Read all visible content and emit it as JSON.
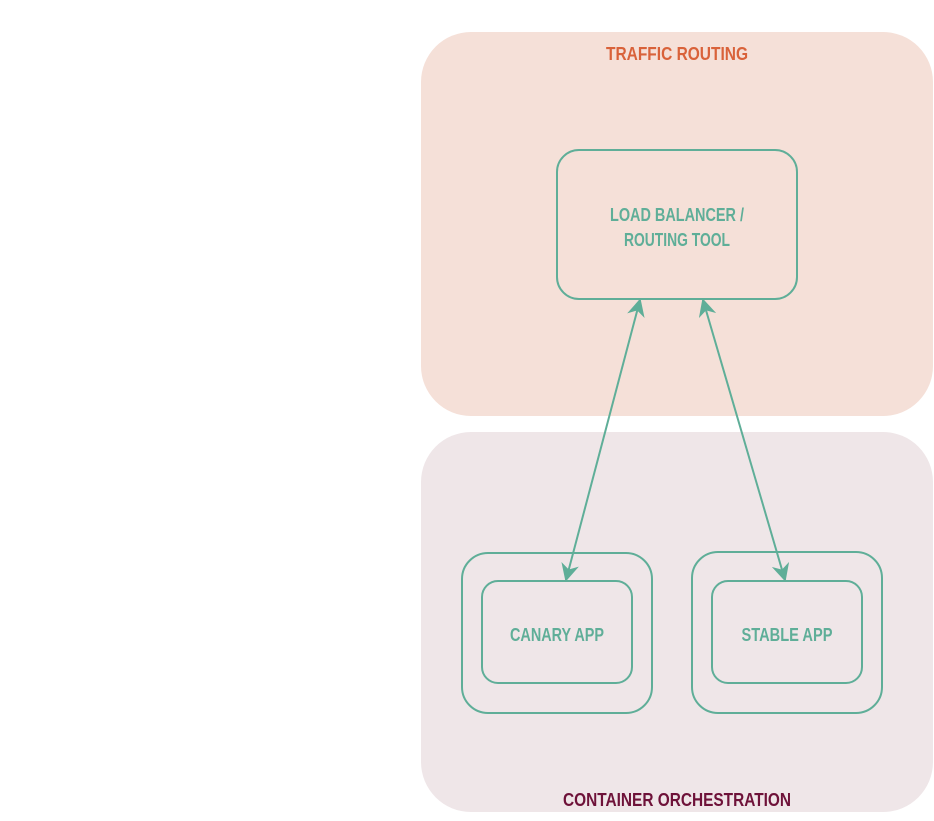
{
  "groups": {
    "traffic": {
      "title": "TRAFFIC ROUTING"
    },
    "container": {
      "title": "CONTAINER ORCHESTRATION"
    }
  },
  "nodes": {
    "load_balancer": {
      "line1": "LOAD BALANCER /",
      "line2": "ROUTING TOOL"
    },
    "canary": {
      "label": "CANARY APP"
    },
    "stable": {
      "label": "STABLE APP"
    }
  },
  "edges": [
    {
      "from": "load_balancer",
      "to": "canary",
      "direction": "both"
    },
    {
      "from": "load_balancer",
      "to": "stable",
      "direction": "both"
    }
  ],
  "colors": {
    "traffic_fill": "#f5e0d8",
    "container_fill": "#efe6e8",
    "node_stroke": "#5fae98",
    "traffic_title": "#d9623a",
    "container_title": "#6e1239"
  }
}
